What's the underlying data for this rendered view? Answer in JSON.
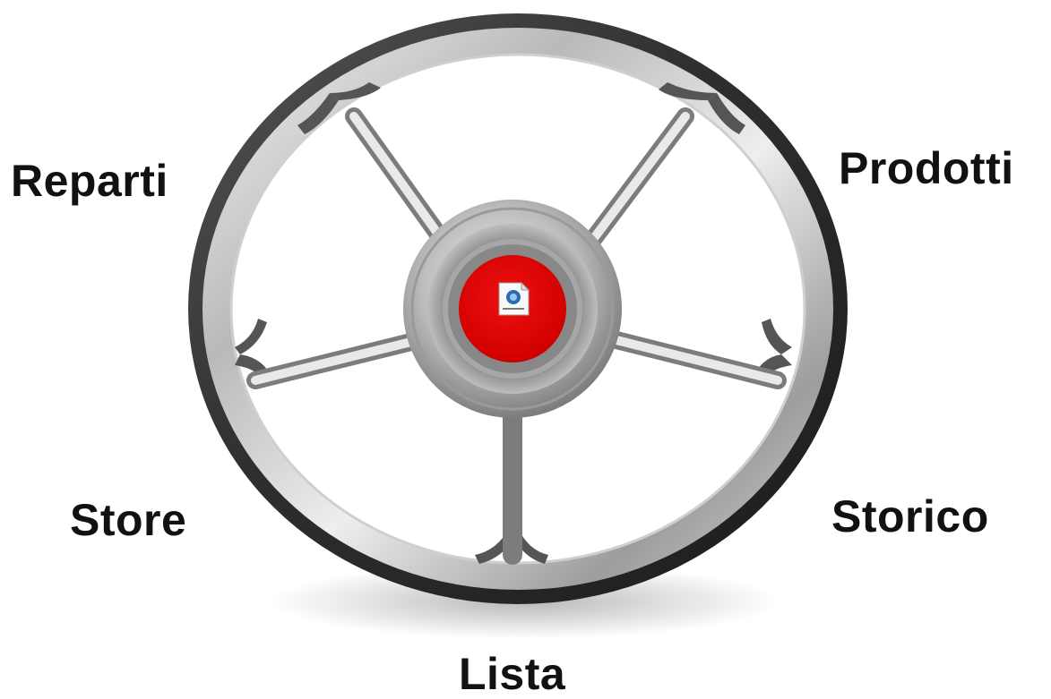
{
  "menu": {
    "items": [
      {
        "id": "reparti",
        "label": "Reparti"
      },
      {
        "id": "prodotti",
        "label": "Prodotti"
      },
      {
        "id": "store",
        "label": "Store"
      },
      {
        "id": "storico",
        "label": "Storico"
      },
      {
        "id": "lista",
        "label": "Lista"
      }
    ]
  },
  "hub": {
    "icon": "document-icon",
    "color": "#e00000"
  },
  "wheel": {
    "rim_color": "#3a3a3a",
    "metal_color": "#c8c8c8"
  }
}
